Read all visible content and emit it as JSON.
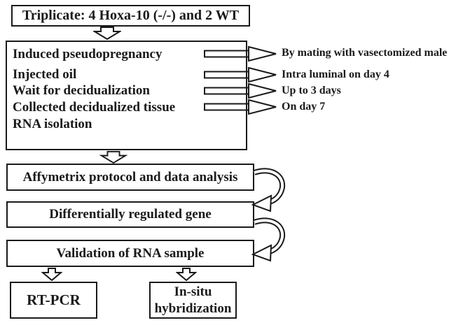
{
  "title_box": {
    "label": "Triplicate: 4 Hoxa-10 (-/-) and 2 WT"
  },
  "protocol_box": {
    "steps": [
      {
        "label": "Induced pseudopregnancy"
      },
      {
        "label": "Injected oil"
      },
      {
        "label": "Wait for decidualization"
      },
      {
        "label": "Collected decidualized tissue"
      },
      {
        "label": "RNA isolation"
      }
    ],
    "notes": [
      {
        "label": "By mating with vasectomized male"
      },
      {
        "label": "Intra luminal on day 4"
      },
      {
        "label": "Up to 3 days"
      },
      {
        "label": "On day 7"
      }
    ]
  },
  "flow_boxes": [
    {
      "label": "Affymetrix protocol and data analysis"
    },
    {
      "label": "Differentially regulated gene"
    },
    {
      "label": "Validation of RNA sample"
    }
  ],
  "result_boxes": [
    {
      "label": "RT-PCR"
    },
    {
      "label": "In-situ hybridization"
    }
  ],
  "colors": {
    "ink": "#1a1a1a",
    "background": "#ffffff"
  }
}
